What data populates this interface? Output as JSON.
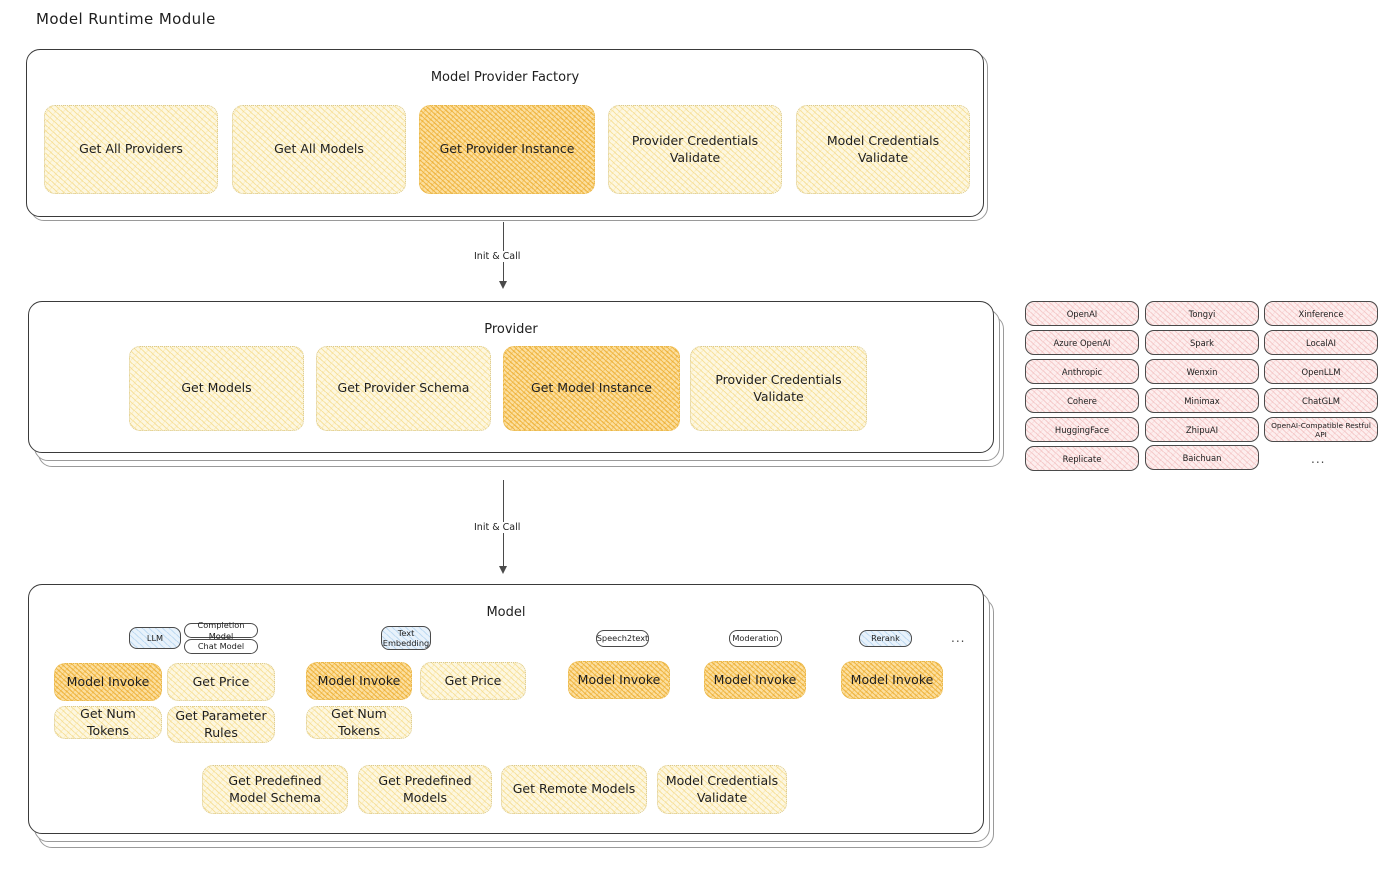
{
  "page": {
    "title": "Model Runtime Module"
  },
  "factory": {
    "title": "Model Provider Factory",
    "nodes": [
      {
        "label": "Get All Providers",
        "highlight": false
      },
      {
        "label": "Get All Models",
        "highlight": false
      },
      {
        "label": "Get Provider Instance",
        "highlight": true
      },
      {
        "label": "Provider Credentials Validate",
        "highlight": false
      },
      {
        "label": "Model Credentials Validate",
        "highlight": false
      }
    ]
  },
  "arrows": [
    {
      "label": "Init & Call"
    },
    {
      "label": "Init & Call"
    }
  ],
  "provider": {
    "title": "Provider",
    "nodes": [
      {
        "label": "Get Models",
        "highlight": false
      },
      {
        "label": "Get Provider Schema",
        "highlight": false
      },
      {
        "label": "Get Model Instance",
        "highlight": true
      },
      {
        "label": "Provider Credentials Validate",
        "highlight": false
      }
    ]
  },
  "provider_list": {
    "columns": [
      [
        "OpenAI",
        "Azure OpenAI",
        "Anthropic",
        "Cohere",
        "HuggingFace",
        "Replicate"
      ],
      [
        "Tongyi",
        "Spark",
        "Wenxin",
        "Minimax",
        "ZhipuAI",
        "Baichuan"
      ],
      [
        "Xinference",
        "LocalAI",
        "OpenLLM",
        "ChatGLM",
        "OpenAI-Compatible Restful API"
      ]
    ],
    "more": "..."
  },
  "model": {
    "title": "Model",
    "more": "...",
    "types": [
      {
        "name": "LLM",
        "style": "blue",
        "subtypes": [
          "Completion Model",
          "Chat Model"
        ],
        "methods": [
          "Model Invoke",
          "Get Price",
          "Get Num Tokens",
          "Get Parameter Rules"
        ]
      },
      {
        "name": "Text Embedding",
        "style": "blue",
        "subtypes": [],
        "methods": [
          "Model Invoke",
          "Get Price",
          "Get Num Tokens"
        ]
      },
      {
        "name": "Speech2text",
        "style": "plain",
        "subtypes": [],
        "methods": [
          "Model Invoke"
        ]
      },
      {
        "name": "Moderation",
        "style": "plain",
        "subtypes": [],
        "methods": [
          "Model Invoke"
        ]
      },
      {
        "name": "Rerank",
        "style": "blue",
        "subtypes": [],
        "methods": [
          "Model Invoke"
        ]
      }
    ],
    "common_methods": [
      "Get Predefined Model Schema",
      "Get Predefined Models",
      "Get Remote Models",
      "Model Credentials Validate"
    ]
  },
  "colors": {
    "node_fill": "#fdf7e0",
    "node_fill_highlight": "#fcdf9f",
    "node_border": "#d9c98f",
    "chip_fill": "#fdeeee",
    "tab_blue": "#e8f2fb",
    "stroke": "#1e1e1e"
  }
}
